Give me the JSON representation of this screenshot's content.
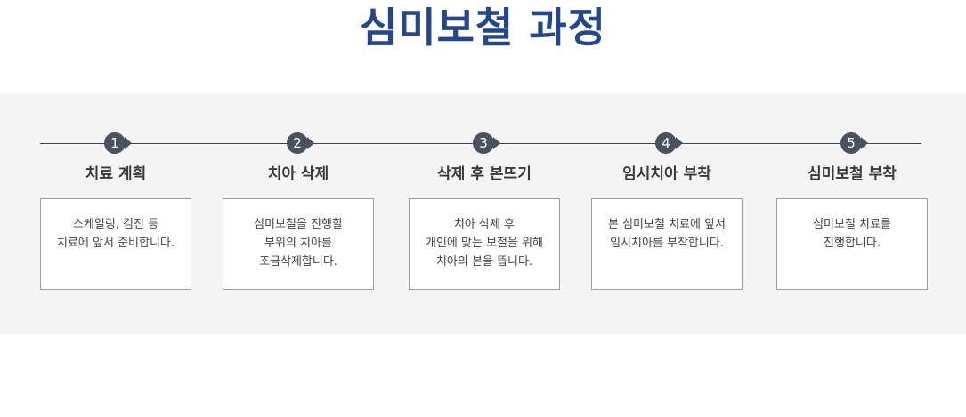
{
  "page": {
    "title": "심미보철 과정"
  },
  "colors": {
    "title": "#26468a",
    "band_background": "#f3f4f3",
    "marker": "#4a5260",
    "timeline": "#3b4455"
  },
  "steps": [
    {
      "number": "1",
      "title": "치료 계획",
      "desc": [
        "스케일링, 검진 등",
        "치료에 앞서 준비합니다."
      ]
    },
    {
      "number": "2",
      "title": "치아 삭제",
      "desc": [
        "심미보철을 진행할",
        "부위의 치아를",
        "조금삭제합니다."
      ]
    },
    {
      "number": "3",
      "title": "삭제 후 본뜨기",
      "desc": [
        "치아 삭제 후",
        "개인에 맞는 보철을 위해",
        "치아의 본을 뜹니다."
      ]
    },
    {
      "number": "4",
      "title": "임시치아 부착",
      "desc": [
        "본 심미보철 치료에 앞서",
        "임시치아를 부착합니다."
      ]
    },
    {
      "number": "5",
      "title": "심미보철 부착",
      "desc": [
        "심미보철 치료를",
        "진행합니다."
      ]
    }
  ]
}
